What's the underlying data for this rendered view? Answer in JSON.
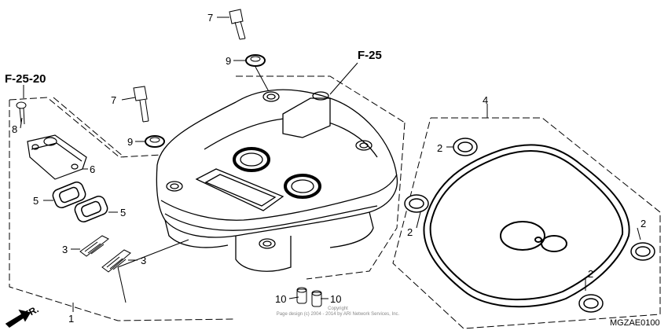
{
  "diagram": {
    "refs": [
      "F-25-20",
      "F-25"
    ],
    "callouts": [
      "1",
      "2",
      "2",
      "2",
      "2",
      "3",
      "3",
      "4",
      "5",
      "5",
      "6",
      "7",
      "7",
      "8",
      "9",
      "9",
      "10",
      "10"
    ],
    "direction_label": "FR.",
    "copyright_line1": "Copyright",
    "copyright_line2": "Page design (c) 2004 - 2014 by ARI Network Services, Inc.",
    "diagram_code": "MGZAE0100"
  }
}
